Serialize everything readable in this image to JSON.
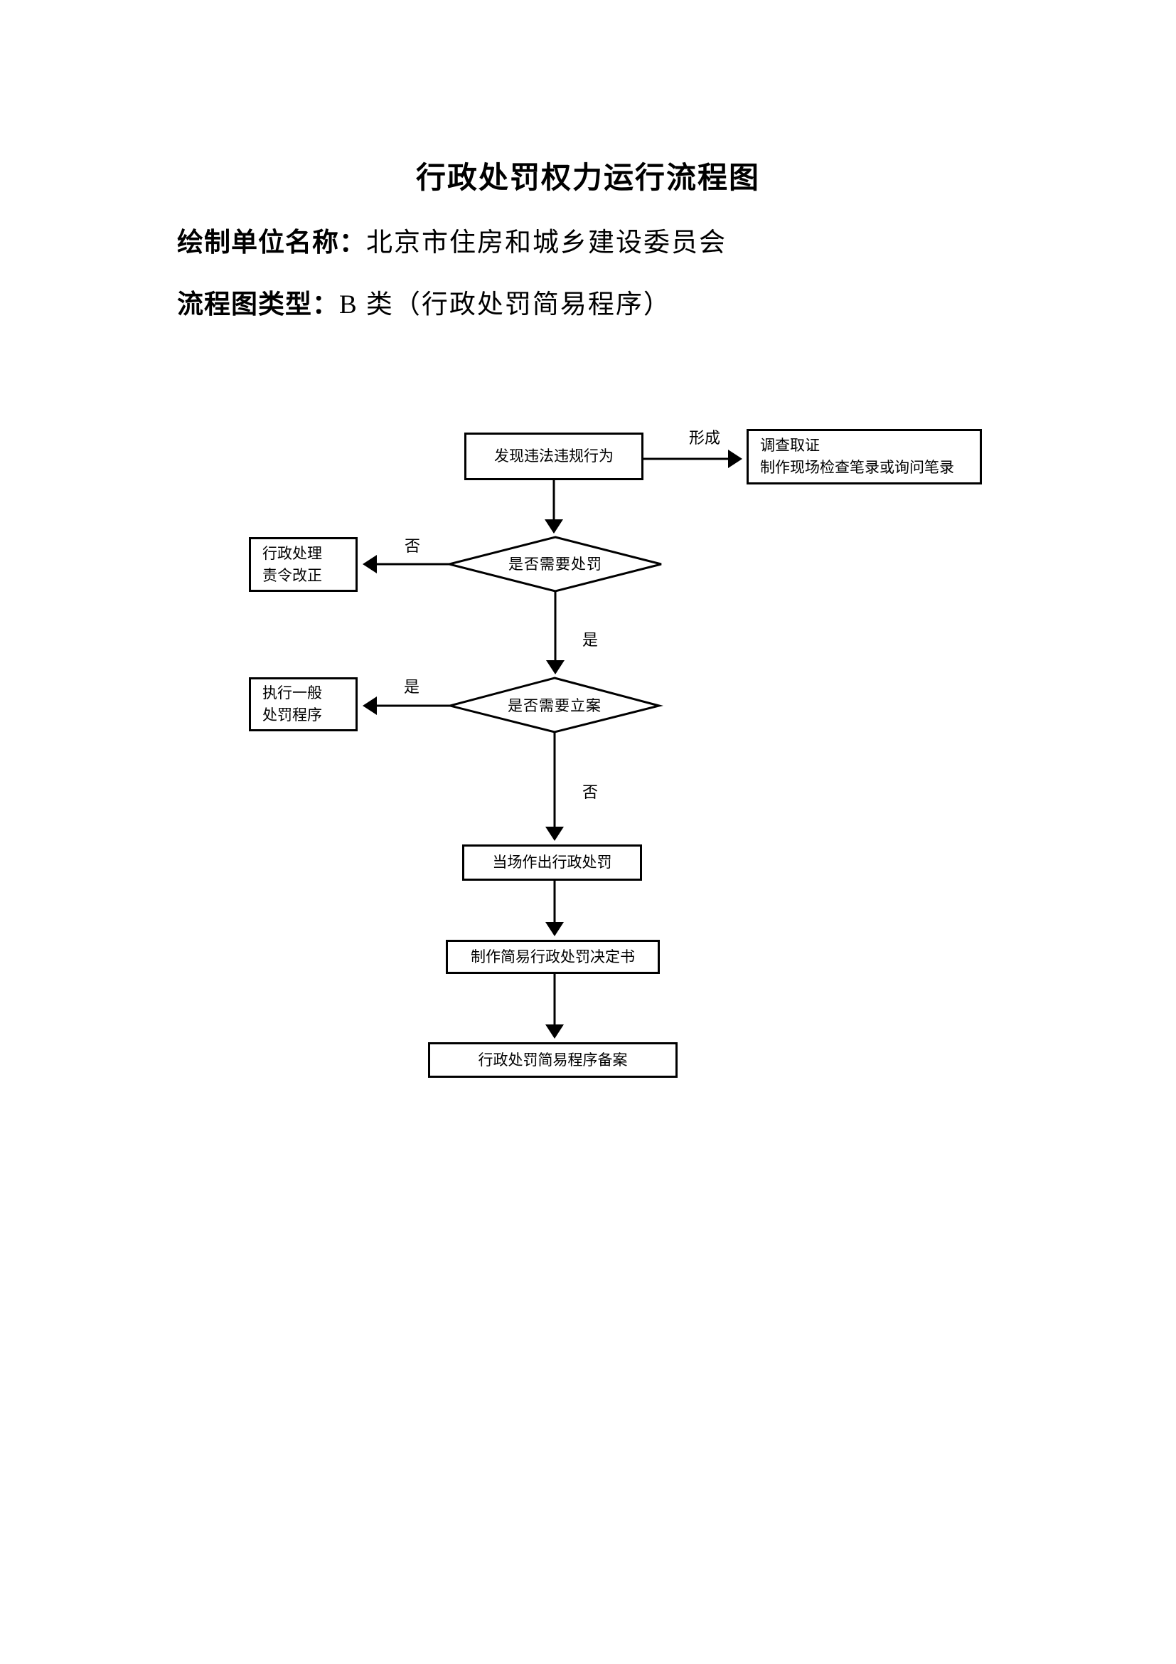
{
  "document": {
    "title": "行政处罚权力运行流程图",
    "field1_label": "绘制单位名称：",
    "field1_value": "北京市住房和城乡建设委员会",
    "field2_label": "流程图类型：",
    "field2_value": "B 类（行政处罚简易程序）"
  },
  "flowchart": {
    "node_start": "发现违法违规行为",
    "node_evidence_line1": "调查取证",
    "node_evidence_line2": "制作现场检查笔录或询问笔录",
    "decision_penalty": "是否需要处罚",
    "node_handle_line1": "行政处理",
    "node_handle_line2": "责令改正",
    "decision_case": "是否需要立案",
    "node_general_line1": "执行一般",
    "node_general_line2": "处罚程序",
    "node_onsite": "当场作出行政处罚",
    "node_written_decision": "制作简易行政处罚决定书",
    "node_filing": "行政处罚简易程序备案",
    "label_form": "形成",
    "label_no_1": "否",
    "label_yes_1": "是",
    "label_yes_2": "是",
    "label_no_2": "否",
    "colors": {
      "line": "#000000",
      "shape_fill": "#ffffff"
    }
  }
}
